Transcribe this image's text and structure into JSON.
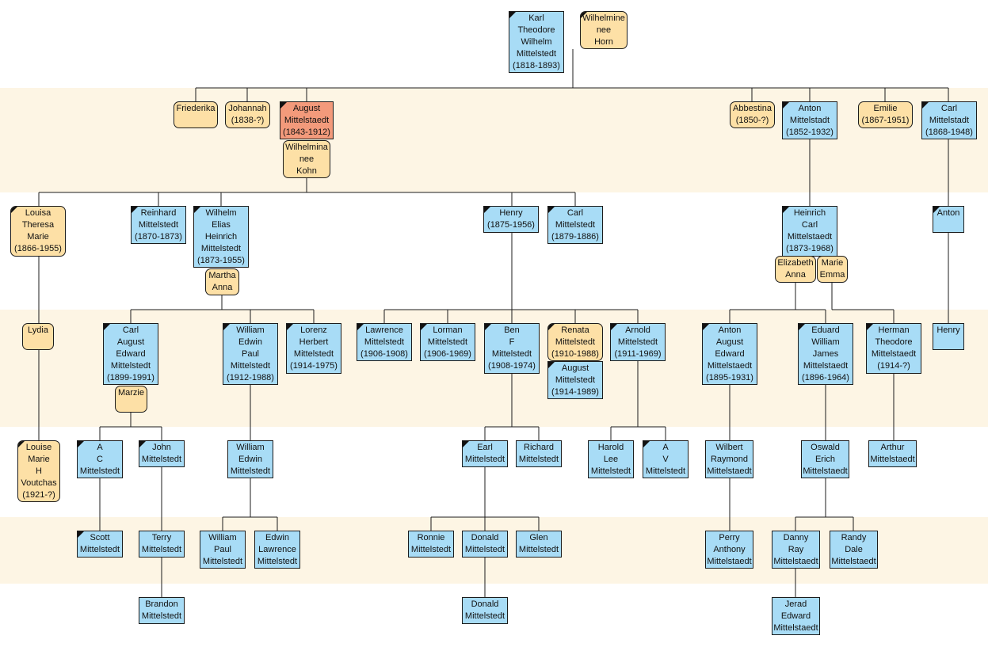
{
  "title": "",
  "colors": {
    "male": "#a8dcf6",
    "female": "#fde0a6",
    "focus": "#f39a7b",
    "band": "#fdf5e4",
    "line": "#1c1c1c"
  },
  "people": {
    "karl_theodore": {
      "label": "Karl\nTheodore\nWilhelm\nMittelstedt\n(1818-1893)",
      "sex": "male"
    },
    "wilhelmine": {
      "label": "Wilhelmine\nnee\nHorn",
      "sex": "female"
    },
    "friederika": {
      "label": "Friederika",
      "sex": "female"
    },
    "johannah": {
      "label": "Johannah\n(1838-?)",
      "sex": "female"
    },
    "august": {
      "label": "August\nMittelstaedt\n(1843-1912)",
      "sex": "focus"
    },
    "wilhelmina": {
      "label": "Wilhelmina\nnee\nKohn",
      "sex": "female"
    },
    "abbestina": {
      "label": "Abbestina\n(1850-?)",
      "sex": "female"
    },
    "anton_1852": {
      "label": "Anton\nMittelstadt\n(1852-1932)",
      "sex": "male"
    },
    "emilie": {
      "label": "Emilie\n(1867-1951)",
      "sex": "female"
    },
    "carl_1868": {
      "label": "Carl\nMittelstadt\n(1868-1948)",
      "sex": "male"
    },
    "louisa": {
      "label": "Louisa\nTheresa\nMarie\n(1866-1955)",
      "sex": "female"
    },
    "reinhard": {
      "label": "Reinhard\nMittelstedt\n(1870-1873)",
      "sex": "male"
    },
    "wilhelm_elias": {
      "label": "Wilhelm\nElias\nHeinrich\nMittelstedt\n(1873-1955)",
      "sex": "male"
    },
    "martha": {
      "label": "Martha\nAnna",
      "sex": "female"
    },
    "henry_1875": {
      "label": "Henry\n(1875-1956)",
      "sex": "male"
    },
    "carl_1879": {
      "label": "Carl\nMittelstedt\n(1879-1886)",
      "sex": "male"
    },
    "heinrich": {
      "label": "Heinrich\nCarl\nMittelstaedt\n(1873-1968)",
      "sex": "male"
    },
    "elizabeth": {
      "label": "Elizabeth\nAnna",
      "sex": "female"
    },
    "marie_emma": {
      "label": "Marie\nEmma",
      "sex": "female"
    },
    "anton_c": {
      "label": "Anton",
      "sex": "male"
    },
    "lydia": {
      "label": "Lydia",
      "sex": "female"
    },
    "carl_august": {
      "label": "Carl\nAugust\nEdward\nMittelstedt\n(1899-1991)",
      "sex": "male"
    },
    "marzie": {
      "label": "Marzie",
      "sex": "female"
    },
    "william_edwin": {
      "label": "William\nEdwin\nPaul\nMittelstedt\n(1912-1988)",
      "sex": "male"
    },
    "lorenz": {
      "label": "Lorenz\nHerbert\nMittelstedt\n(1914-1975)",
      "sex": "male"
    },
    "lawrence": {
      "label": "Lawrence\nMittelstedt\n(1906-1908)",
      "sex": "male"
    },
    "lorman": {
      "label": "Lorman\nMittelstedt\n(1906-1969)",
      "sex": "male"
    },
    "ben": {
      "label": "Ben\nF\nMittelstedt\n(1908-1974)",
      "sex": "male"
    },
    "renata": {
      "label": "Renata\nMittelstedt\n(1910-1988)",
      "sex": "female"
    },
    "august_1914": {
      "label": "August\nMittelstedt\n(1914-1989)",
      "sex": "male"
    },
    "arnold": {
      "label": "Arnold\nMittelstedt\n(1911-1969)",
      "sex": "male"
    },
    "anton_august": {
      "label": "Anton\nAugust\nEdward\nMittelstaedt\n(1895-1931)",
      "sex": "male"
    },
    "eduard": {
      "label": "Eduard\nWilliam\nJames\nMittelstaedt\n(1896-1964)",
      "sex": "male"
    },
    "herman": {
      "label": "Herman\nTheodore\nMittelstaedt\n(1914-?)",
      "sex": "male"
    },
    "henry_d": {
      "label": "Henry",
      "sex": "male"
    },
    "louise": {
      "label": "Louise\nMarie\nH\nVoutchas\n(1921-?)",
      "sex": "female"
    },
    "ac": {
      "label": "A\nC\nMittelstedt",
      "sex": "male"
    },
    "john": {
      "label": "John\nMittelstedt",
      "sex": "male"
    },
    "william_edwin_jr": {
      "label": "William\nEdwin\nMittelstedt",
      "sex": "male"
    },
    "earl": {
      "label": "Earl\nMittelstedt",
      "sex": "male"
    },
    "richard": {
      "label": "Richard\nMittelstedt",
      "sex": "male"
    },
    "harold": {
      "label": "Harold\nLee\nMittelstedt",
      "sex": "male"
    },
    "av": {
      "label": "A\nV\nMittelstedt",
      "sex": "male"
    },
    "wilbert": {
      "label": "Wilbert\nRaymond\nMittelstaedt",
      "sex": "male"
    },
    "oswald": {
      "label": "Oswald\nErich\nMittelstaedt",
      "sex": "male"
    },
    "arthur": {
      "label": "Arthur\nMittelstaedt",
      "sex": "male"
    },
    "scott": {
      "label": "Scott\nMittelstedt",
      "sex": "male"
    },
    "terry": {
      "label": "Terry\nMittelstedt",
      "sex": "male"
    },
    "william_paul": {
      "label": "William\nPaul\nMittelstedt",
      "sex": "male"
    },
    "edwin_lawrence": {
      "label": "Edwin\nLawrence\nMittelstedt",
      "sex": "male"
    },
    "ronnie": {
      "label": "Ronnie\nMittelstedt",
      "sex": "male"
    },
    "donald": {
      "label": "Donald\nMittelstedt",
      "sex": "male"
    },
    "glen": {
      "label": "Glen\nMittelstedt",
      "sex": "male"
    },
    "perry": {
      "label": "Perry\nAnthony\nMittelstaedt",
      "sex": "male"
    },
    "danny": {
      "label": "Danny\nRay\nMittelstaedt",
      "sex": "male"
    },
    "randy": {
      "label": "Randy\nDale\nMittelstaedt",
      "sex": "male"
    },
    "brandon": {
      "label": "Brandon\nMittelstedt",
      "sex": "male"
    },
    "donald_jr": {
      "label": "Donald\nMittelstedt",
      "sex": "male"
    },
    "jerad": {
      "label": "Jerad\nEdward\nMittelstaedt",
      "sex": "male"
    }
  }
}
